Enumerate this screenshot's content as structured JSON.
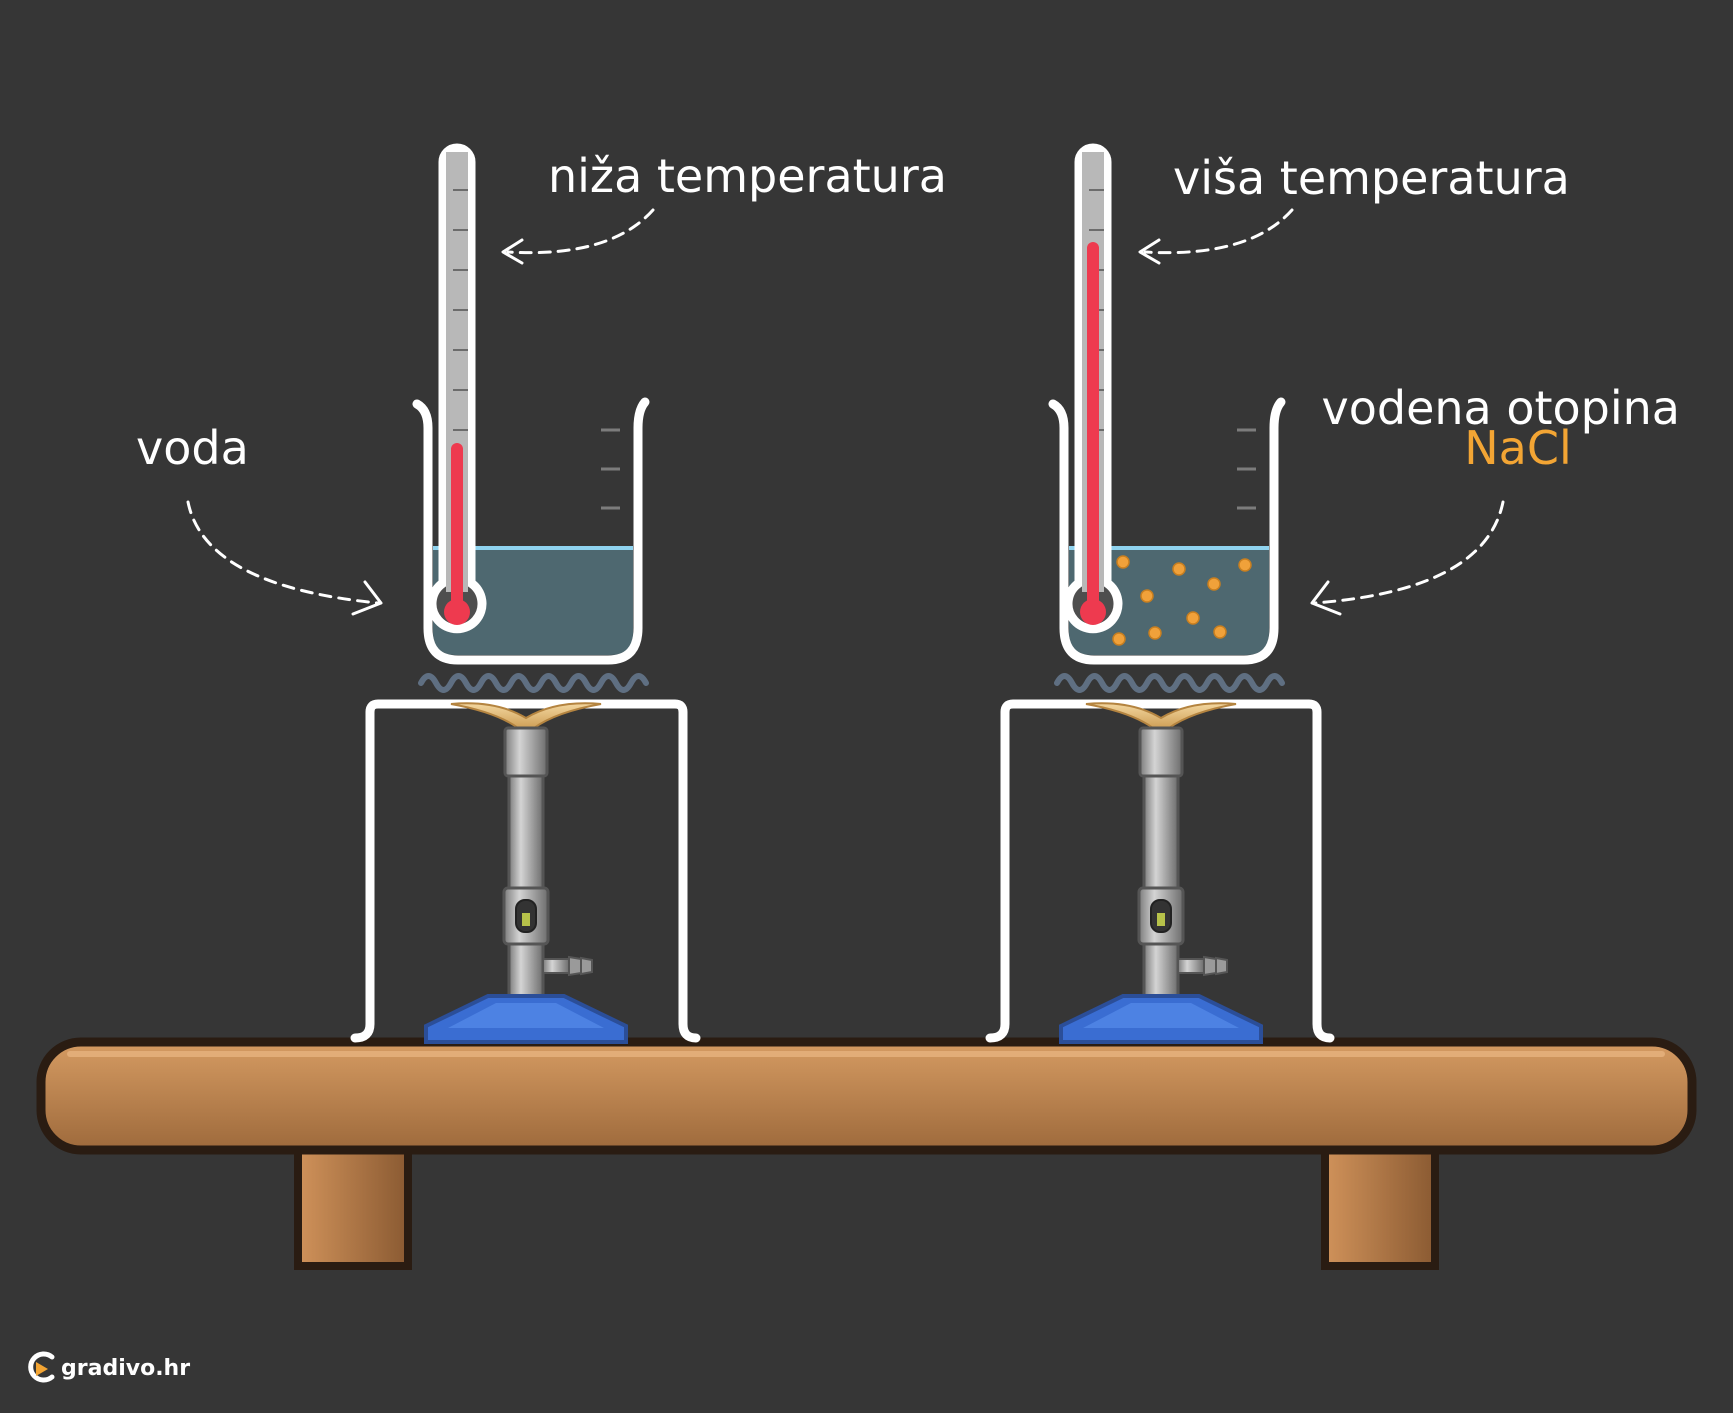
{
  "labels": {
    "left_thermometer": "niža temperatura",
    "right_thermometer": "viša temperatura",
    "left_liquid": "voda",
    "right_liquid_line1": "vodena otopina",
    "right_liquid_line2": "NaCl"
  },
  "logo": {
    "text": "gradivo.hr"
  },
  "icons": [
    "thermometer-icon",
    "beaker-icon",
    "bunsen-burner-icon",
    "tripod-stand-icon",
    "heat-wave-icon",
    "table-icon",
    "logo-icon"
  ],
  "colors": {
    "background": "#363636",
    "mercury": "#ee3a4f",
    "water": "#4e6870",
    "water_surface": "#8fd3ef",
    "salt_particles": "#f0a13a",
    "nacl_label": "#f3a534",
    "burner_base": "#3b6ecf",
    "table_wood": "#c88b52",
    "heat_wave": "#5f6f82"
  }
}
